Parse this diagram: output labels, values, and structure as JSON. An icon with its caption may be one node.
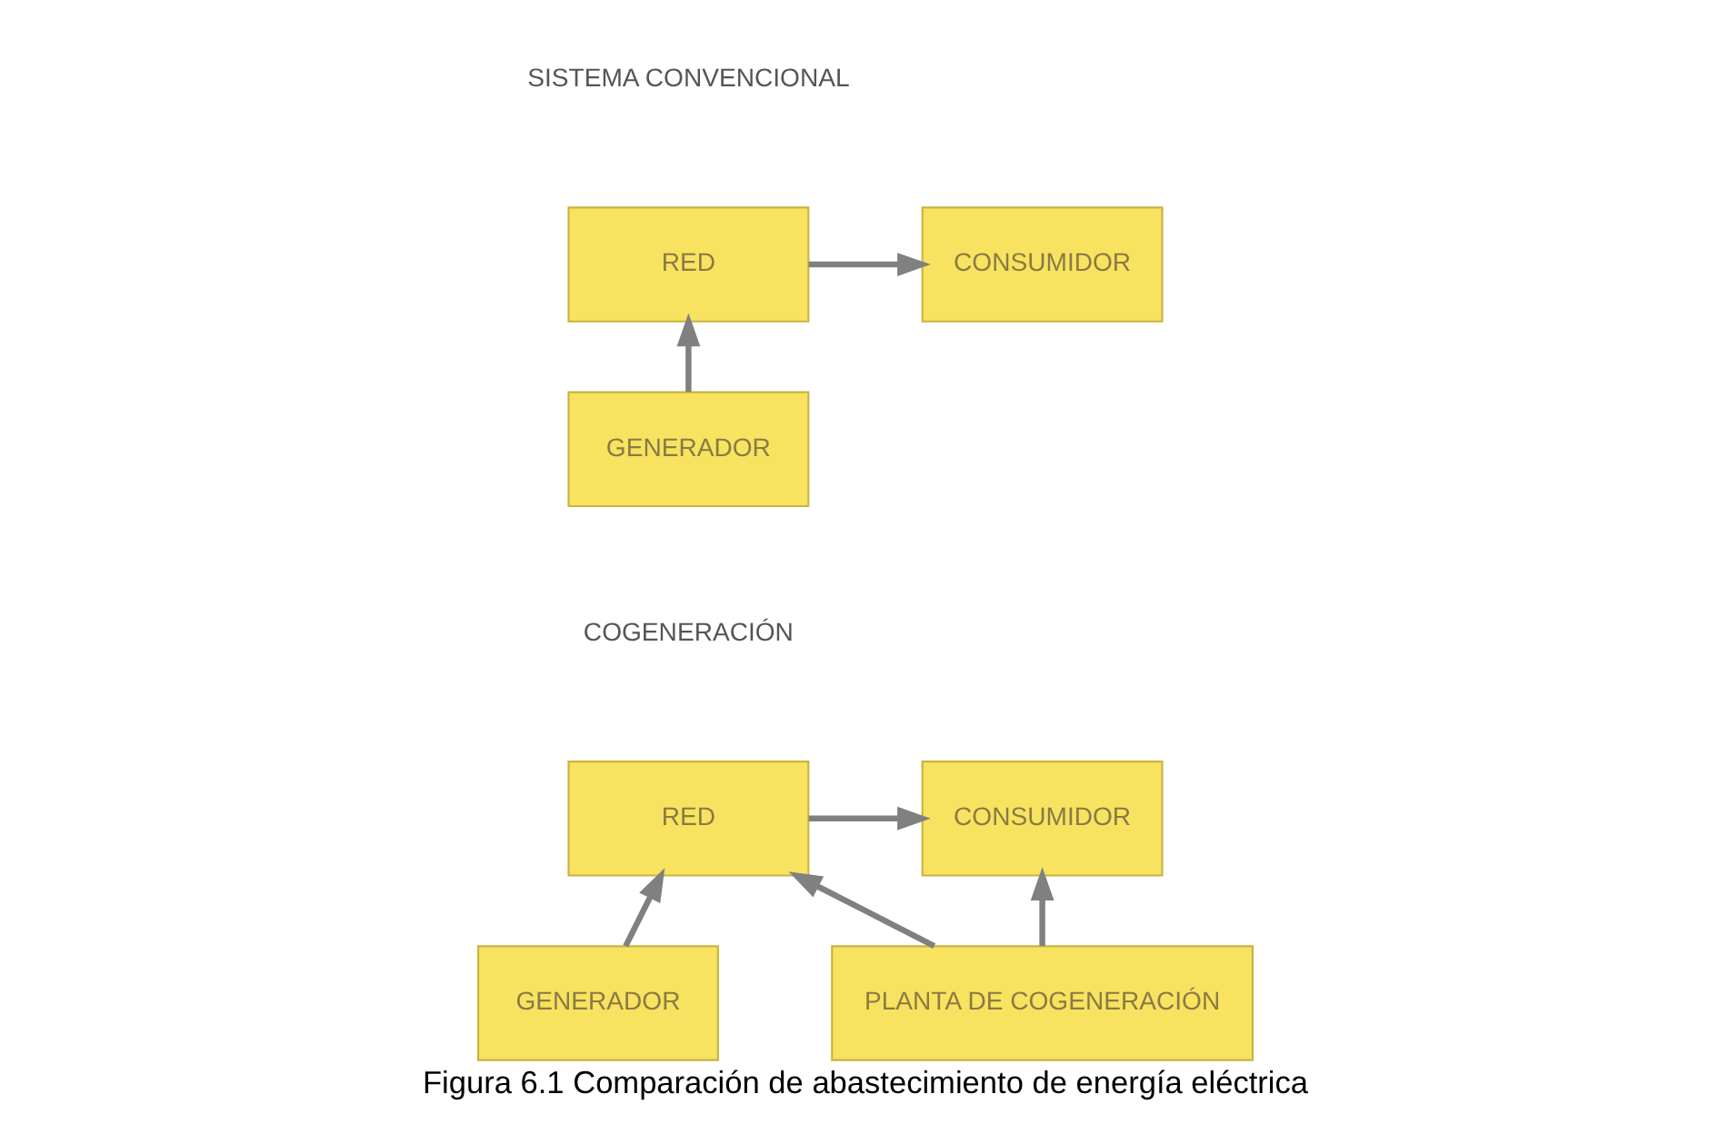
{
  "diagram": {
    "caption": "Figura 6.1 Comparación de abastecimiento de energía eléctrica",
    "nodes": [
      {
        "text": [
          "RED"
        ]
      },
      {
        "text": [
          "CONSUMIDOR"
        ]
      },
      {
        "text": [
          "GENERADOR"
        ]
      },
      {
        "text": [
          "RED"
        ]
      },
      {
        "text": [
          "CONSUMIDOR"
        ]
      },
      {
        "text": [
          "GENERADOR"
        ]
      },
      {
        "text": [
          "PLANTA DE COGENERACIÓN"
        ]
      }
    ],
    "edges": [
      {
        "from": 0,
        "to": 1,
        "arrow": "to"
      },
      {
        "from": 2,
        "to": 0,
        "arrow": "to"
      },
      {
        "from": 3,
        "to": 4,
        "arrow": "to"
      },
      {
        "from": 5,
        "to": 3,
        "arrow": "to"
      },
      {
        "from": 6,
        "to": 3,
        "arrow": "to"
      },
      {
        "from": 6,
        "to": 4,
        "arrow": "to"
      }
    ],
    "labels": [
      "SISTEMA CONVENCIONAL",
      "COGENERACIÓN"
    ]
  }
}
